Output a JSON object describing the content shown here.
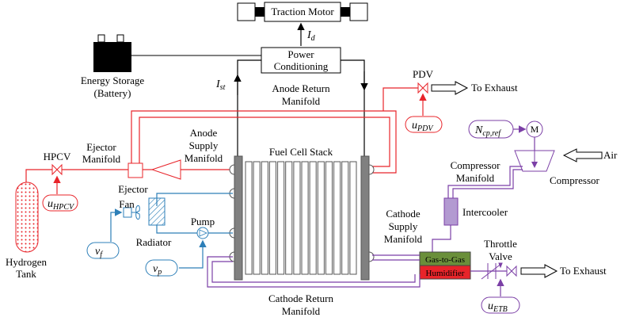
{
  "labels": {
    "traction_motor": "Traction Motor",
    "power_conditioning_l1": "Power",
    "power_conditioning_l2": "Conditioning",
    "energy_storage_l1": "Energy Storage",
    "energy_storage_l2": "(Battery)",
    "id_main": "I",
    "id_sub": "d",
    "ist_main": "I",
    "ist_sub": "st",
    "anode_return_l1": "Anode Return",
    "anode_return_l2": "Manifold",
    "pdv": "PDV",
    "to_exhaust_top": "To Exhaust",
    "upgv_main": "u",
    "upgv_sub": "PDV",
    "hpcv": "HPCV",
    "ejector_manifold_l1": "Ejector",
    "ejector_manifold_l2": "Manifold",
    "anode_supply_l1": "Anode",
    "anode_supply_l2": "Supply",
    "anode_supply_l3": "Manifold",
    "fuel_cell_stack": "Fuel Cell Stack",
    "ejector": "Ejector",
    "uhpcv_main": "u",
    "uhpcv_sub": "HPCV",
    "fan": "Fan",
    "radiator": "Radiator",
    "pump": "Pump",
    "vf_main": "v",
    "vf_sub": "f",
    "vp_main": "v",
    "vp_sub": "p",
    "hydrogen_l1": "Hydrogen",
    "hydrogen_l2": "Tank",
    "ncp_main": "N",
    "ncp_sub": "cp,ref",
    "motor_m": "M",
    "air": "Air",
    "compressor_manifold_l1": "Compressor",
    "compressor_manifold_l2": "Manifold",
    "compressor": "Compressor",
    "intercooler": "Intercooler",
    "cathode_supply_l1": "Cathode",
    "cathode_supply_l2": "Supply",
    "cathode_supply_l3": "Manifold",
    "throttle_l1": "Throttle",
    "throttle_l2": "Valve",
    "gas_to_gas": "Gas-to-Gas",
    "humidifier": "Humidifier",
    "to_exhaust_bottom": "To Exhaust",
    "uetb_main": "u",
    "uetb_sub": "ETB",
    "cathode_return_l1": "Cathode Return",
    "cathode_return_l2": "Manifold"
  },
  "colors": {
    "anode": "#e8242a",
    "cathode": "#7b3fa6",
    "coolant": "#2d7fb8",
    "humidifier_top": "#6a8f3a",
    "humidifier_bottom": "#e8242a",
    "intercooler": "#b39ad1",
    "stack_plate": "#808080"
  }
}
